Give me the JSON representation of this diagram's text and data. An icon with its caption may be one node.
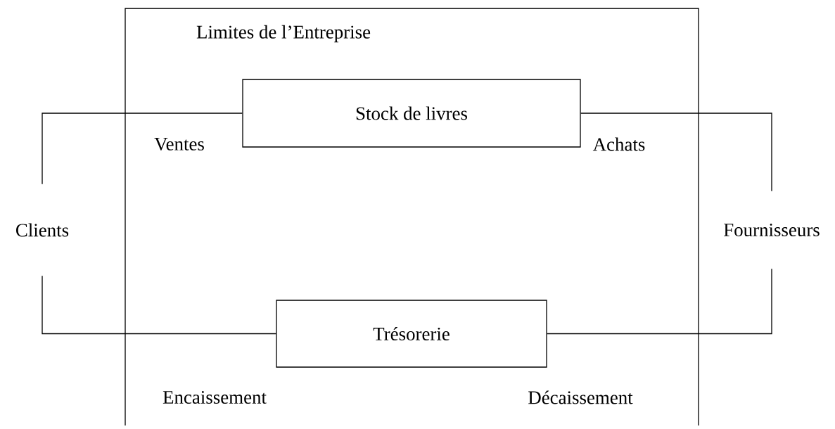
{
  "diagram": {
    "nodes": [
      {
        "text": [
          "Limites de l’Entreprise"
        ]
      },
      {
        "text": [
          "Stock de livres"
        ],
        "in": 0
      },
      {
        "text": [
          "Trésorerie"
        ],
        "in": 0
      },
      {
        "text": [
          "Clients"
        ]
      },
      {
        "text": [
          "Fournisseurs"
        ]
      }
    ],
    "edges": [
      {
        "from": 3,
        "to": 1,
        "arrow": "none",
        "label": "Ventes"
      },
      {
        "from": 1,
        "to": 4,
        "arrow": "none",
        "label": "Achats"
      },
      {
        "from": 3,
        "to": 2,
        "arrow": "none",
        "label": "Encaissement"
      },
      {
        "from": 2,
        "to": 4,
        "arrow": "none",
        "label": "Décaissement"
      }
    ]
  }
}
